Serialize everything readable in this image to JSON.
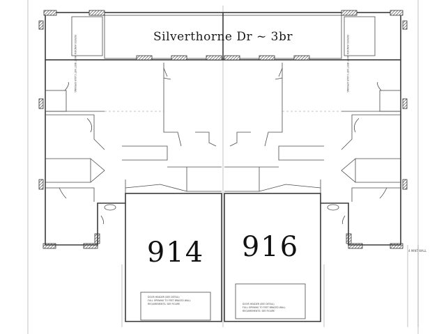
{
  "title": "Silverthorne Dr ~ 3br",
  "units": {
    "left": "914",
    "right": "916"
  },
  "side_note": "4 MINT WALL",
  "notes": {
    "window_left": "EGRESS WINDOW MUST MEET NET CLEAR OPENING",
    "window_right": "EGRESS WINDOW MUST MEET NET CLEAR OPENING",
    "garage_left_1": "DOOR HEADER (SEE DETAIL)",
    "garage_left_2": "FULL OPENING TO FEET BRACED WALL",
    "garage_left_3": "REQUIREMENTS: SEE FIGURE",
    "garage_right_1": "DOOR HEADER (SEE DETAIL)",
    "garage_right_2": "FULL OPENING TO FEET BRACED WALL",
    "garage_right_3": "REQUIREMENTS: SEE FIGURE"
  }
}
